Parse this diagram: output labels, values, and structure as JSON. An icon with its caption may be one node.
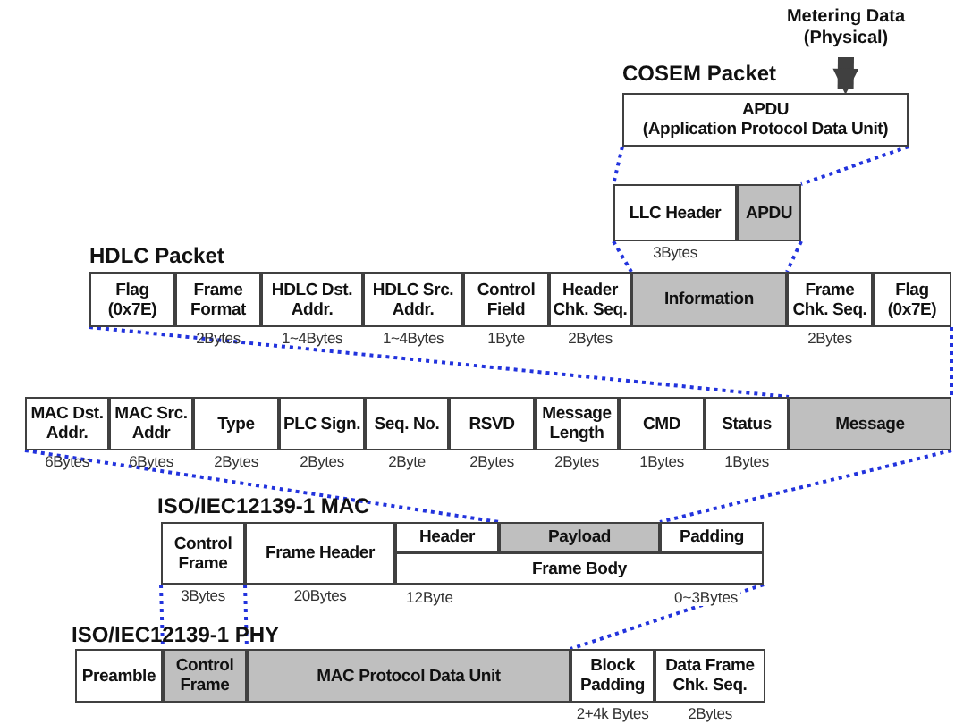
{
  "diagram": {
    "nodes": [
      {
        "text": [
          "Metering Data (Physical)"
        ]
      },
      {
        "text": [
          "APDU",
          "(Application Protocol Data Unit)"
        ]
      },
      {
        "text": [
          "LLC Header"
        ],
        "beside": [
          "3Bytes"
        ]
      },
      {
        "text": [
          "APDU"
        ]
      },
      {
        "text": [
          "Flag (0x7E)"
        ]
      },
      {
        "text": [
          "Frame Format"
        ],
        "beside": [
          "2Bytes"
        ]
      },
      {
        "text": [
          "HDLC Dst. Addr."
        ],
        "beside": [
          "1~4Bytes"
        ]
      },
      {
        "text": [
          "HDLC Src. Addr."
        ],
        "beside": [
          "1~4Bytes"
        ]
      },
      {
        "text": [
          "Control Field"
        ],
        "beside": [
          "1Byte"
        ]
      },
      {
        "text": [
          "Header Chk. Seq."
        ],
        "beside": [
          "2Bytes"
        ]
      },
      {
        "text": [
          "Information"
        ]
      },
      {
        "text": [
          "Frame Chk. Seq."
        ],
        "beside": [
          "2Bytes"
        ]
      },
      {
        "text": [
          "Flag (0x7E)"
        ]
      },
      {
        "text": [
          "MAC Dst. Addr."
        ],
        "beside": [
          "6Bytes"
        ]
      },
      {
        "text": [
          "MAC Src. Addr"
        ],
        "beside": [
          "6Bytes"
        ]
      },
      {
        "text": [
          "Type"
        ],
        "beside": [
          "2Bytes"
        ]
      },
      {
        "text": [
          "PLC Sign."
        ],
        "beside": [
          "2Bytes"
        ]
      },
      {
        "text": [
          "Seq. No."
        ],
        "beside": [
          "2Byte"
        ]
      },
      {
        "text": [
          "RSVD"
        ],
        "beside": [
          "2Bytes"
        ]
      },
      {
        "text": [
          "Message Length"
        ],
        "beside": [
          "2Bytes"
        ]
      },
      {
        "text": [
          "CMD"
        ],
        "beside": [
          "1Bytes"
        ]
      },
      {
        "text": [
          "Status"
        ],
        "beside": [
          "1Bytes"
        ]
      },
      {
        "text": [
          "Message"
        ]
      },
      {
        "text": [
          "Control Frame"
        ],
        "beside": [
          "3Bytes"
        ]
      },
      {
        "text": [
          "Frame Header"
        ],
        "beside": [
          "20Bytes"
        ]
      },
      {
        "text": [
          "Header"
        ]
      },
      {
        "text": [
          "Payload"
        ]
      },
      {
        "text": [
          "Padding"
        ]
      },
      {
        "text": [
          "Frame Body"
        ]
      },
      {
        "text": [
          "Preamble"
        ]
      },
      {
        "text": [
          "Control Frame"
        ]
      },
      {
        "text": [
          "MAC Protocol Data Unit"
        ]
      },
      {
        "text": [
          "Block Padding"
        ],
        "beside": [
          "2+4k Bytes"
        ]
      },
      {
        "text": [
          "Data Frame Chk. Seq."
        ],
        "beside": [
          "2Bytes"
        ]
      }
    ],
    "edges": [
      {
        "from": 0,
        "to": 1,
        "arrow": "to",
        "style": "thick",
        "color": "#404040"
      },
      {
        "from": 1,
        "to": 2,
        "arrow": "none",
        "style": "dashed"
      },
      {
        "from": 1,
        "to": 3,
        "arrow": "none",
        "style": "dashed"
      },
      {
        "from": 2,
        "to": 10,
        "arrow": "none",
        "style": "dashed"
      },
      {
        "from": 3,
        "to": 10,
        "arrow": "none",
        "style": "dashed"
      },
      {
        "from": 4,
        "to": 22,
        "arrow": "none",
        "style": "dashed"
      },
      {
        "from": 12,
        "to": 22,
        "arrow": "none",
        "style": "dashed"
      },
      {
        "from": 13,
        "to": 26,
        "arrow": "none",
        "style": "dashed"
      },
      {
        "from": 22,
        "to": 26,
        "arrow": "none",
        "style": "dashed"
      },
      {
        "from": 23,
        "to": 30,
        "arrow": "none",
        "style": "dashed"
      },
      {
        "from": 23,
        "to": 30,
        "arrow": "none",
        "style": "dashed"
      },
      {
        "from": 28,
        "to": 31,
        "arrow": "none",
        "style": "dashed"
      }
    ],
    "labels": [
      "COSEM Packet",
      "HDLC Packet",
      "ISO/IEC12139-1 MAC",
      "12Byte",
      "0~3Bytes",
      "ISO/IEC12139-1 PHY"
    ]
  }
}
